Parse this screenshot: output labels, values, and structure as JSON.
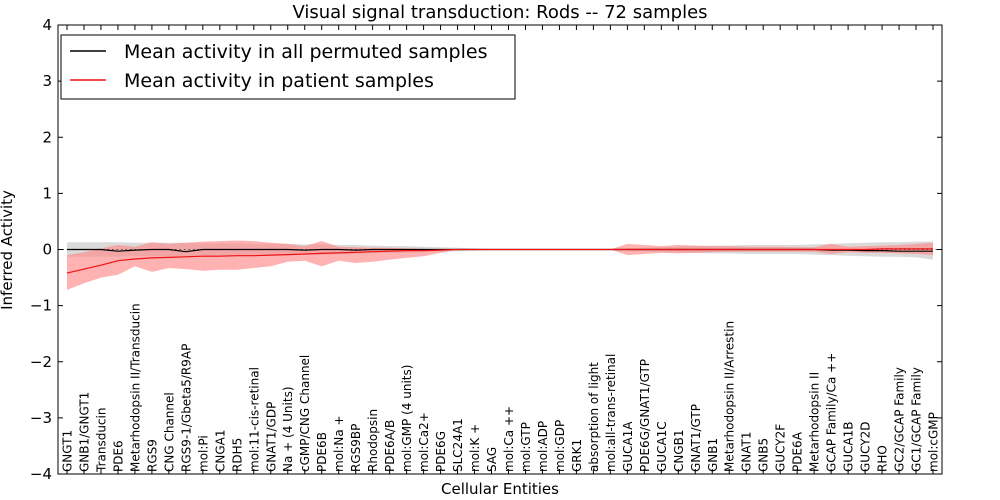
{
  "chart_data": {
    "type": "line",
    "title": "Visual signal transduction: Rods -- 72 samples",
    "xlabel": "Cellular Entities",
    "ylabel": "Inferred Activity",
    "ylim": [
      -4,
      4
    ],
    "yticks": [
      -4,
      -3,
      -2,
      -1,
      0,
      1,
      2,
      3,
      4
    ],
    "legend_position": "upper-left",
    "categories": [
      "GNGT1",
      "GNB1/GNGT1",
      "Transducin",
      "PDE6",
      "Metarhodopsin II/Transducin",
      "RGS9",
      "CNG Channel",
      "RGS9-1/Gbeta5/R9AP",
      "mol:Pi",
      "CNGA1",
      "RDH5",
      "mol:11-cis-retinal",
      "GNAT1/GDP",
      "Na + (4 Units)",
      "cGMP/CNG Channel",
      "PDE6B",
      "mol:Na +",
      "RGS9BP",
      "Rhodopsin",
      "PDE6A/B",
      "mol:GMP (4 units)",
      "mol:Ca2+",
      "PDE6G",
      "SLC24A1",
      "mol:K +",
      "SAG",
      "mol:Ca ++",
      "mol:GTP",
      "mol:ADP",
      "mol:GDP",
      "GRK1",
      "absorption of light",
      "mol:all-trans-retinal",
      "GUCA1A",
      "PDE6G/GNAT1/GTP",
      "GUCA1C",
      "CNGB1",
      "GNAT1/GTP",
      "GNB1",
      "Metarhodopsin II/Arrestin",
      "GNAT1",
      "GNB5",
      "GUCY2F",
      "PDE6A",
      "Metarhodopsin II",
      "GCAP Family/Ca ++",
      "GUCA1B",
      "GUCY2D",
      "RHO",
      "GC2/GCAP Family",
      "GC1/GCAP Family",
      "mol:cGMP"
    ],
    "series": [
      {
        "name": "Mean activity in all permuted samples",
        "color": "#000000",
        "band_color": "#bbbbbb",
        "values": [
          0.0,
          0.0,
          0.0,
          -0.03,
          -0.01,
          0.0,
          0.0,
          -0.04,
          0.0,
          0.0,
          0.0,
          0.0,
          0.0,
          0.0,
          -0.01,
          0.0,
          0.0,
          -0.01,
          0.0,
          0.0,
          0.0,
          0.0,
          0.0,
          0.0,
          0.0,
          0.0,
          0.0,
          0.0,
          0.0,
          0.0,
          0.0,
          0.0,
          0.0,
          0.0,
          0.0,
          0.0,
          0.0,
          0.0,
          0.0,
          0.0,
          0.0,
          0.0,
          0.0,
          0.0,
          0.0,
          -0.01,
          -0.01,
          -0.02,
          -0.02,
          -0.03,
          -0.03,
          -0.03
        ],
        "upper": [
          0.13,
          0.13,
          0.13,
          0.13,
          0.12,
          0.12,
          0.12,
          0.12,
          0.11,
          0.11,
          0.11,
          0.1,
          0.1,
          0.1,
          0.09,
          0.09,
          0.08,
          0.08,
          0.07,
          0.06,
          0.06,
          0.05,
          0.04,
          0.03,
          0.02,
          0.01,
          0.01,
          0.01,
          0.01,
          0.01,
          0.01,
          0.01,
          0.01,
          0.02,
          0.03,
          0.04,
          0.05,
          0.06,
          0.07,
          0.07,
          0.08,
          0.08,
          0.08,
          0.08,
          0.09,
          0.1,
          0.11,
          0.12,
          0.13,
          0.13,
          0.14,
          0.14
        ],
        "lower": [
          -0.13,
          -0.13,
          -0.13,
          -0.13,
          -0.12,
          -0.12,
          -0.12,
          -0.12,
          -0.11,
          -0.11,
          -0.11,
          -0.1,
          -0.1,
          -0.1,
          -0.09,
          -0.09,
          -0.08,
          -0.08,
          -0.07,
          -0.06,
          -0.06,
          -0.05,
          -0.04,
          -0.03,
          -0.02,
          -0.01,
          -0.01,
          -0.01,
          -0.01,
          -0.01,
          -0.01,
          -0.01,
          -0.01,
          -0.02,
          -0.03,
          -0.04,
          -0.05,
          -0.06,
          -0.07,
          -0.07,
          -0.08,
          -0.08,
          -0.08,
          -0.08,
          -0.09,
          -0.1,
          -0.11,
          -0.12,
          -0.13,
          -0.13,
          -0.14,
          -0.18
        ]
      },
      {
        "name": "Mean activity in patient samples",
        "color": "#ee1111",
        "band_color": "#ff8888",
        "values": [
          -0.42,
          -0.35,
          -0.28,
          -0.2,
          -0.17,
          -0.15,
          -0.14,
          -0.13,
          -0.12,
          -0.12,
          -0.11,
          -0.11,
          -0.1,
          -0.09,
          -0.08,
          -0.07,
          -0.06,
          -0.05,
          -0.04,
          -0.03,
          -0.02,
          -0.02,
          -0.01,
          0.0,
          0.0,
          0.0,
          0.0,
          0.0,
          0.0,
          0.0,
          0.0,
          0.0,
          0.0,
          0.0,
          0.0,
          0.0,
          0.0,
          0.0,
          0.0,
          0.0,
          0.0,
          0.0,
          0.0,
          0.0,
          0.0,
          0.0,
          0.0,
          0.0,
          0.01,
          0.01,
          0.01,
          0.01
        ],
        "upper": [
          -0.1,
          -0.05,
          0.02,
          0.08,
          0.05,
          0.13,
          0.1,
          0.12,
          0.14,
          0.15,
          0.16,
          0.15,
          0.12,
          0.1,
          0.06,
          0.15,
          0.05,
          0.04,
          0.03,
          0.03,
          0.02,
          0.01,
          0.0,
          0.0,
          0.0,
          0.0,
          0.0,
          0.0,
          0.0,
          0.0,
          0.0,
          0.0,
          0.0,
          0.1,
          0.08,
          0.06,
          0.08,
          0.07,
          0.06,
          0.06,
          0.05,
          0.05,
          0.05,
          0.04,
          0.04,
          0.1,
          0.05,
          0.06,
          0.07,
          0.08,
          0.1,
          0.12
        ],
        "lower": [
          -0.72,
          -0.6,
          -0.5,
          -0.45,
          -0.3,
          -0.4,
          -0.33,
          -0.35,
          -0.38,
          -0.36,
          -0.36,
          -0.33,
          -0.3,
          -0.22,
          -0.2,
          -0.3,
          -0.2,
          -0.24,
          -0.22,
          -0.18,
          -0.15,
          -0.12,
          -0.06,
          0.0,
          0.0,
          0.0,
          0.0,
          0.0,
          0.0,
          0.0,
          0.0,
          0.0,
          0.0,
          -0.1,
          -0.08,
          -0.06,
          -0.07,
          -0.06,
          -0.05,
          -0.04,
          -0.04,
          -0.04,
          -0.04,
          -0.04,
          -0.04,
          -0.08,
          -0.05,
          -0.06,
          -0.06,
          -0.07,
          -0.08,
          -0.1
        ]
      }
    ]
  }
}
